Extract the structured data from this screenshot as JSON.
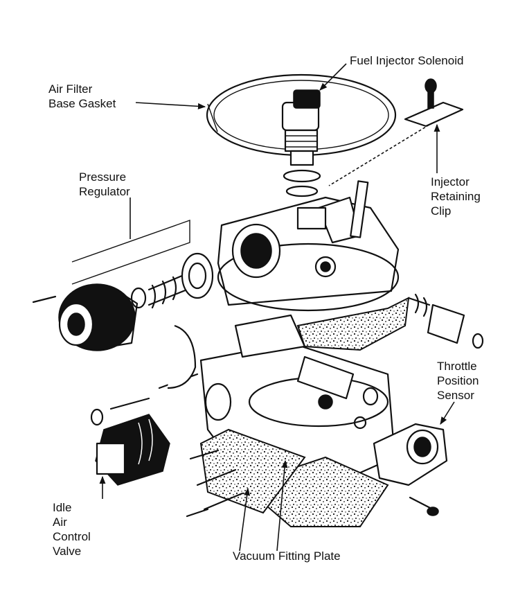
{
  "labels": {
    "fuel_injector_solenoid": "Fuel Injector Solenoid",
    "air_filter_base_gasket": [
      "Air Filter",
      "Base Gasket"
    ],
    "pressure_regulator": [
      "Pressure",
      "Regulator"
    ],
    "injector_retaining_clip": [
      "Injector",
      "Retaining",
      "Clip"
    ],
    "throttle_position_sensor": [
      "Throttle",
      "Position",
      "Sensor"
    ],
    "idle_air_control_valve": [
      "Idle",
      "Air",
      "Control",
      "Valve"
    ],
    "vacuum_fitting_plate": "Vacuum Fitting Plate"
  },
  "colors": {
    "ink": "#111111",
    "background": "#ffffff"
  }
}
